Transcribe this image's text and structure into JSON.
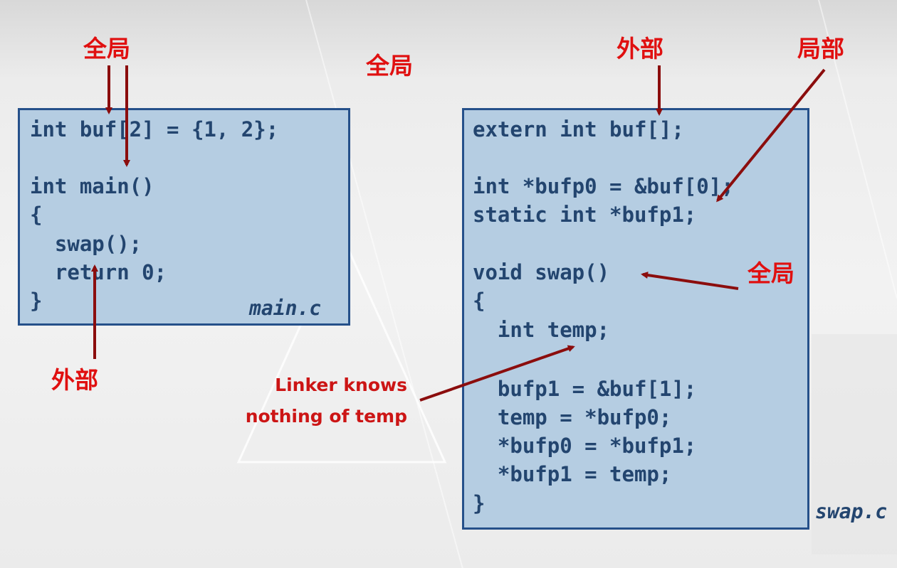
{
  "main_file": {
    "lines": [
      "int buf[2] = {1, 2};",
      "",
      "int main()",
      "{",
      "  swap();",
      "  return 0;",
      "}"
    ],
    "filename": "main.c"
  },
  "swap_file": {
    "lines": [
      "extern int buf[];",
      "",
      "int *bufp0 = &buf[0];",
      "static int *bufp1;",
      "",
      "void swap()",
      "{",
      "  int temp;",
      "",
      "  bufp1 = &buf[1];",
      "  temp = *bufp0;",
      "  *bufp0 = *bufp1;",
      "  *bufp1 = temp;",
      "}"
    ],
    "filename": "swap.c"
  },
  "annotations": {
    "global_buf": "全局",
    "global_mid": "全局",
    "external_return": "外部",
    "external_buf": "外部",
    "local_bufp1": "局部",
    "global_swap": "全局",
    "temp_note_line1": "Linker knows",
    "temp_note_line2": "nothing of temp"
  },
  "colors": {
    "code_bg": "#b5cde2",
    "code_border": "#25508a",
    "code_text": "#23456f",
    "annotation_red": "#e01010",
    "arrow": "#8b0d0d"
  }
}
